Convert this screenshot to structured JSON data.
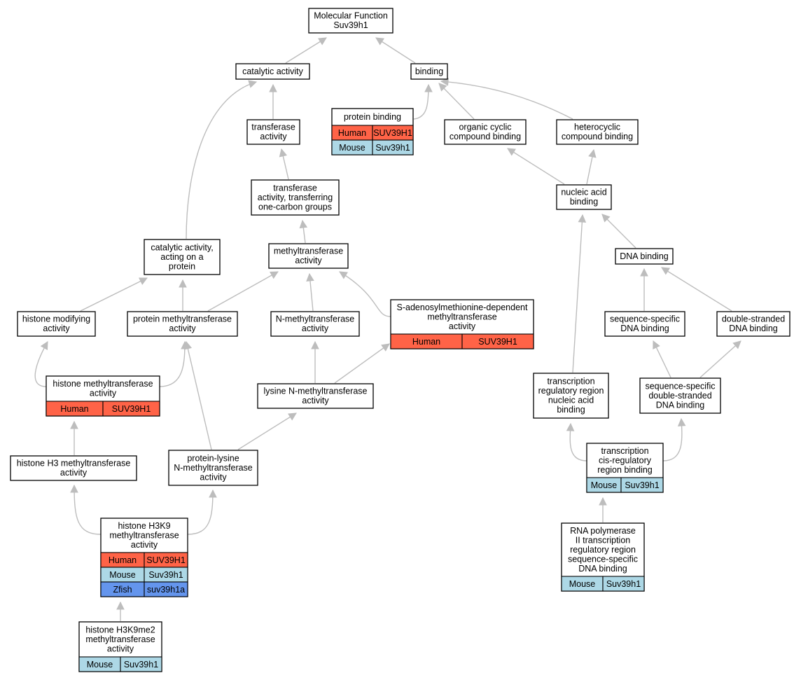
{
  "colors": {
    "Human": "#ff6347",
    "Mouse": "#add8e6",
    "Zfish": "#6495ed",
    "edge": "#bdbdbd",
    "node_border": "#000000"
  },
  "nodes": [
    {
      "id": "mf",
      "lines": [
        "Molecular Function",
        "Suv39h1"
      ],
      "genes": []
    },
    {
      "id": "catalytic",
      "lines": [
        "catalytic activity"
      ],
      "genes": []
    },
    {
      "id": "binding",
      "lines": [
        "binding"
      ],
      "genes": []
    },
    {
      "id": "protein_binding",
      "lines": [
        "protein binding"
      ],
      "genes": [
        {
          "species": "Human",
          "gene": "SUV39H1"
        },
        {
          "species": "Mouse",
          "gene": "Suv39h1"
        }
      ]
    },
    {
      "id": "transferase",
      "lines": [
        "transferase",
        "activity"
      ],
      "genes": []
    },
    {
      "id": "organic_cyclic",
      "lines": [
        "organic cyclic",
        "compound binding"
      ],
      "genes": []
    },
    {
      "id": "heterocyclic",
      "lines": [
        "heterocyclic",
        "compound binding"
      ],
      "genes": []
    },
    {
      "id": "one_carbon",
      "lines": [
        "transferase",
        "activity, transferring",
        "one-carbon groups"
      ],
      "genes": []
    },
    {
      "id": "nucleic_acid",
      "lines": [
        "nucleic acid",
        "binding"
      ],
      "genes": []
    },
    {
      "id": "cat_protein",
      "lines": [
        "catalytic activity,",
        "acting on a",
        "protein"
      ],
      "genes": []
    },
    {
      "id": "methyltransferase",
      "lines": [
        "methyltransferase",
        "activity"
      ],
      "genes": []
    },
    {
      "id": "dna_binding",
      "lines": [
        "DNA binding"
      ],
      "genes": []
    },
    {
      "id": "histone_mod",
      "lines": [
        "histone modifying",
        "activity"
      ],
      "genes": []
    },
    {
      "id": "protein_methyl",
      "lines": [
        "protein methyltransferase",
        "activity"
      ],
      "genes": []
    },
    {
      "id": "n_methyl",
      "lines": [
        "N-methyltransferase",
        "activity"
      ],
      "genes": []
    },
    {
      "id": "sam",
      "lines": [
        "S-adenosylmethionine-dependent",
        "methyltransferase",
        "activity"
      ],
      "genes": [
        {
          "species": "Human",
          "gene": "SUV39H1"
        }
      ]
    },
    {
      "id": "seq_dna",
      "lines": [
        "sequence-specific",
        "DNA binding"
      ],
      "genes": []
    },
    {
      "id": "ds_dna",
      "lines": [
        "double-stranded",
        "DNA binding"
      ],
      "genes": []
    },
    {
      "id": "histone_methyl",
      "lines": [
        "histone methyltransferase",
        "activity"
      ],
      "genes": [
        {
          "species": "Human",
          "gene": "SUV39H1"
        }
      ]
    },
    {
      "id": "lysine_n",
      "lines": [
        "lysine N-methyltransferase",
        "activity"
      ],
      "genes": []
    },
    {
      "id": "trr_nucleic",
      "lines": [
        "transcription",
        "regulatory region",
        "nucleic acid",
        "binding"
      ],
      "genes": []
    },
    {
      "id": "seq_ds_dna",
      "lines": [
        "sequence-specific",
        "double-stranded",
        "DNA binding"
      ],
      "genes": []
    },
    {
      "id": "h3_methyl",
      "lines": [
        "histone H3 methyltransferase",
        "activity"
      ],
      "genes": []
    },
    {
      "id": "prot_lys",
      "lines": [
        "protein-lysine",
        "N-methyltransferase",
        "activity"
      ],
      "genes": []
    },
    {
      "id": "cis_reg",
      "lines": [
        "transcription",
        "cis-regulatory",
        "region binding"
      ],
      "genes": [
        {
          "species": "Mouse",
          "gene": "Suv39h1"
        }
      ]
    },
    {
      "id": "h3k9",
      "lines": [
        "histone H3K9",
        "methyltransferase",
        "activity"
      ],
      "genes": [
        {
          "species": "Human",
          "gene": "SUV39H1"
        },
        {
          "species": "Mouse",
          "gene": "Suv39h1"
        },
        {
          "species": "Zfish",
          "gene": "suv39h1a"
        }
      ]
    },
    {
      "id": "rna_pol",
      "lines": [
        "RNA polymerase",
        "II transcription",
        "regulatory region",
        "sequence-specific",
        "DNA binding"
      ],
      "genes": [
        {
          "species": "Mouse",
          "gene": "Suv39h1"
        }
      ]
    },
    {
      "id": "h3k9me2",
      "lines": [
        "histone H3K9me2",
        "methyltransferase",
        "activity"
      ],
      "genes": [
        {
          "species": "Mouse",
          "gene": "Suv39h1"
        }
      ]
    }
  ],
  "edges": [
    {
      "from": "catalytic",
      "to": "mf"
    },
    {
      "from": "binding",
      "to": "mf"
    },
    {
      "from": "transferase",
      "to": "catalytic"
    },
    {
      "from": "cat_protein",
      "to": "catalytic"
    },
    {
      "from": "protein_binding",
      "to": "binding"
    },
    {
      "from": "organic_cyclic",
      "to": "binding"
    },
    {
      "from": "heterocyclic",
      "to": "binding"
    },
    {
      "from": "one_carbon",
      "to": "transferase"
    },
    {
      "from": "nucleic_acid",
      "to": "organic_cyclic"
    },
    {
      "from": "nucleic_acid",
      "to": "heterocyclic"
    },
    {
      "from": "methyltransferase",
      "to": "one_carbon"
    },
    {
      "from": "dna_binding",
      "to": "nucleic_acid"
    },
    {
      "from": "trr_nucleic",
      "to": "nucleic_acid"
    },
    {
      "from": "histone_mod",
      "to": "cat_protein"
    },
    {
      "from": "protein_methyl",
      "to": "cat_protein"
    },
    {
      "from": "protein_methyl",
      "to": "methyltransferase"
    },
    {
      "from": "n_methyl",
      "to": "methyltransferase"
    },
    {
      "from": "sam",
      "to": "methyltransferase"
    },
    {
      "from": "seq_dna",
      "to": "dna_binding"
    },
    {
      "from": "ds_dna",
      "to": "dna_binding"
    },
    {
      "from": "histone_methyl",
      "to": "histone_mod"
    },
    {
      "from": "histone_methyl",
      "to": "protein_methyl"
    },
    {
      "from": "prot_lys",
      "to": "protein_methyl"
    },
    {
      "from": "lysine_n",
      "to": "n_methyl"
    },
    {
      "from": "lysine_n",
      "to": "sam"
    },
    {
      "from": "seq_ds_dna",
      "to": "seq_dna"
    },
    {
      "from": "seq_ds_dna",
      "to": "ds_dna"
    },
    {
      "from": "h3_methyl",
      "to": "histone_methyl"
    },
    {
      "from": "prot_lys",
      "to": "lysine_n"
    },
    {
      "from": "cis_reg",
      "to": "trr_nucleic"
    },
    {
      "from": "cis_reg",
      "to": "seq_ds_dna"
    },
    {
      "from": "h3k9",
      "to": "h3_methyl"
    },
    {
      "from": "h3k9",
      "to": "prot_lys"
    },
    {
      "from": "rna_pol",
      "to": "cis_reg"
    },
    {
      "from": "h3k9me2",
      "to": "h3k9"
    }
  ]
}
